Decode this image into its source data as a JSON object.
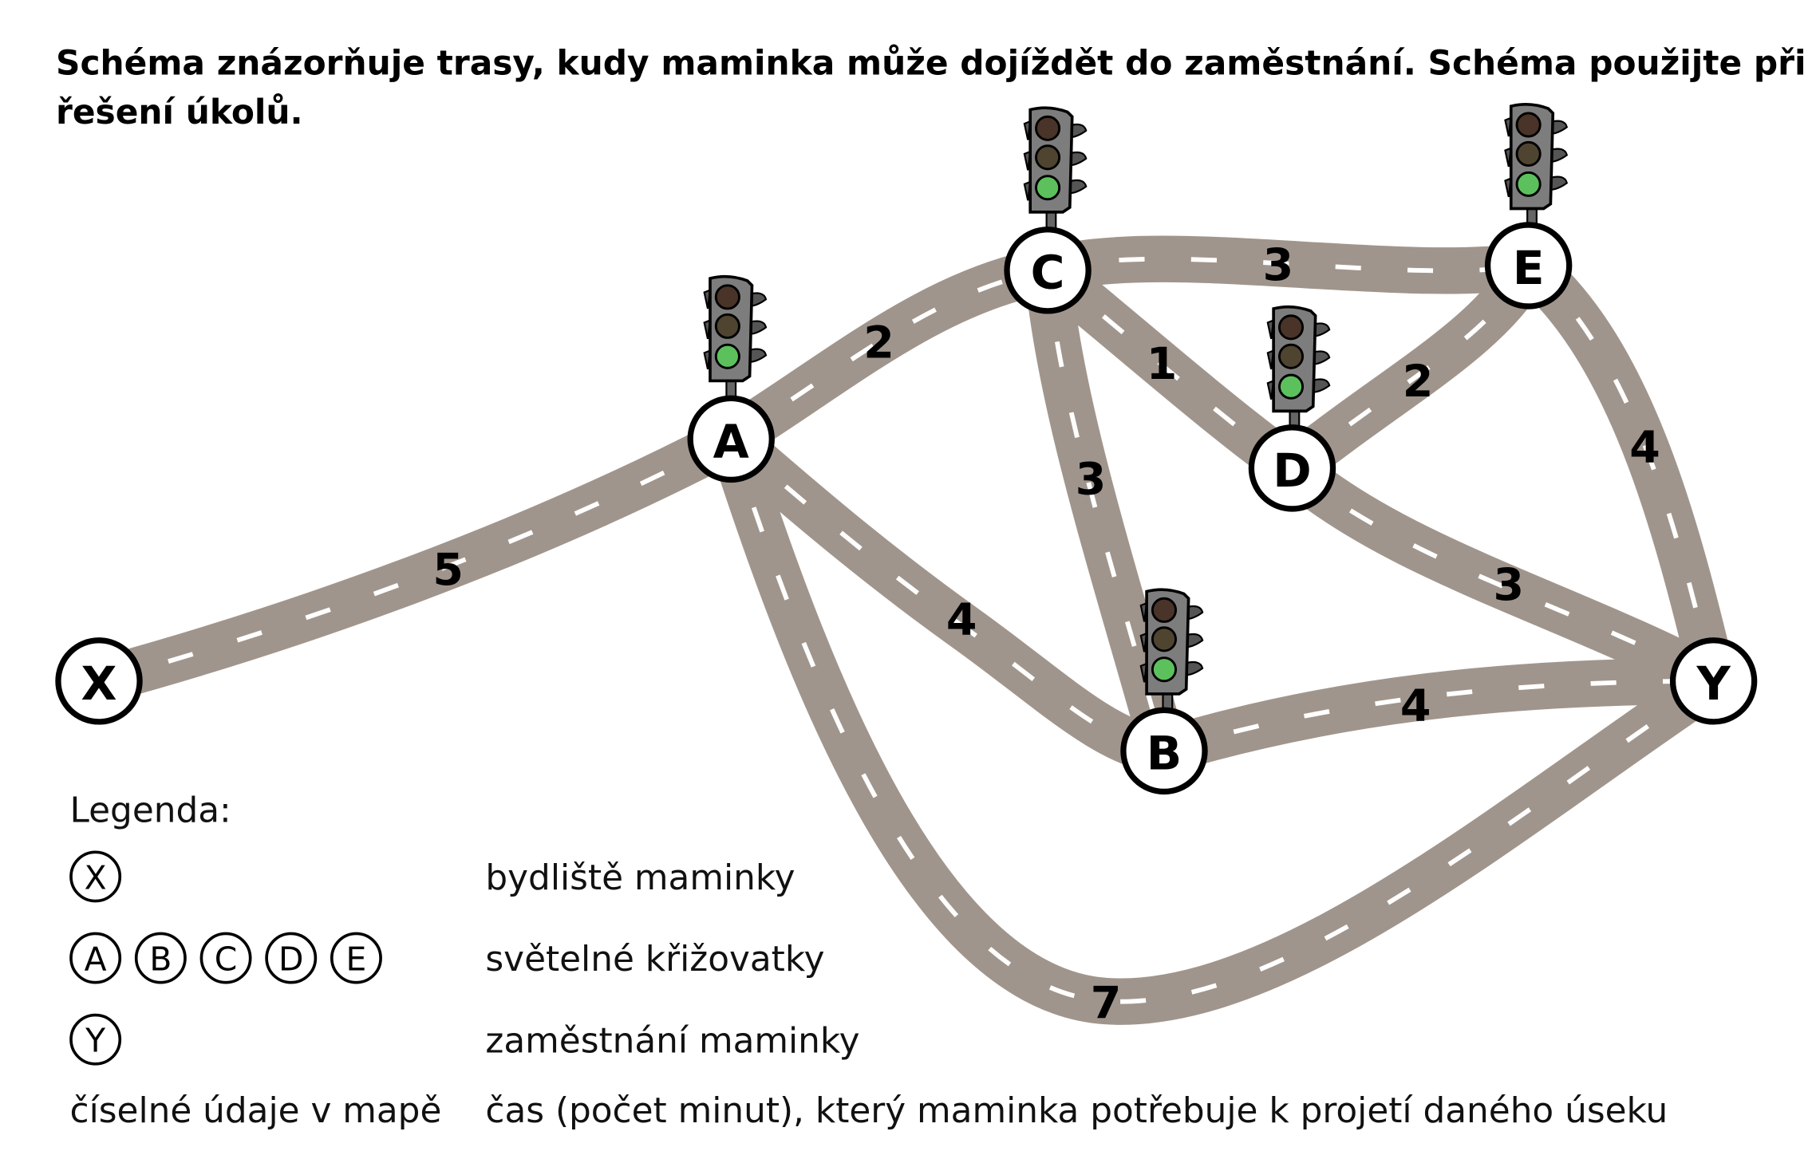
{
  "title": {
    "line1": "Schéma znázorňuje trasy, kudy maminka může dojíždět do zaměstnání. Schéma použijte při",
    "line2": "řešení úkolů."
  },
  "nodes": {
    "X": "X",
    "A": "A",
    "B": "B",
    "C": "C",
    "D": "D",
    "E": "E",
    "Y": "Y"
  },
  "edges": {
    "X_A": "5",
    "A_C": "2",
    "C_E": "3",
    "C_D": "1",
    "C_B": "3",
    "A_B": "4",
    "A_Y": "7",
    "D_E": "2",
    "D_Y": "3",
    "E_Y": "4",
    "B_Y": "4"
  },
  "colors": {
    "road": "#a0958c",
    "light_green": "#5cc15c",
    "light_off_top": "#4a3328",
    "light_off_mid": "#4f4430"
  },
  "legend": {
    "heading": "Legenda:",
    "home_symbol": "X",
    "home_text": "bydliště maminky",
    "junction_symbols": [
      "A",
      "B",
      "C",
      "D",
      "E"
    ],
    "junction_text": "světelné křižovatky",
    "work_symbol": "Y",
    "work_text": "zaměstnání maminky",
    "numbers_label": "číselné údaje v mapě",
    "numbers_text": "čas (počet minut), který maminka potřebuje k projetí daného úseku"
  }
}
